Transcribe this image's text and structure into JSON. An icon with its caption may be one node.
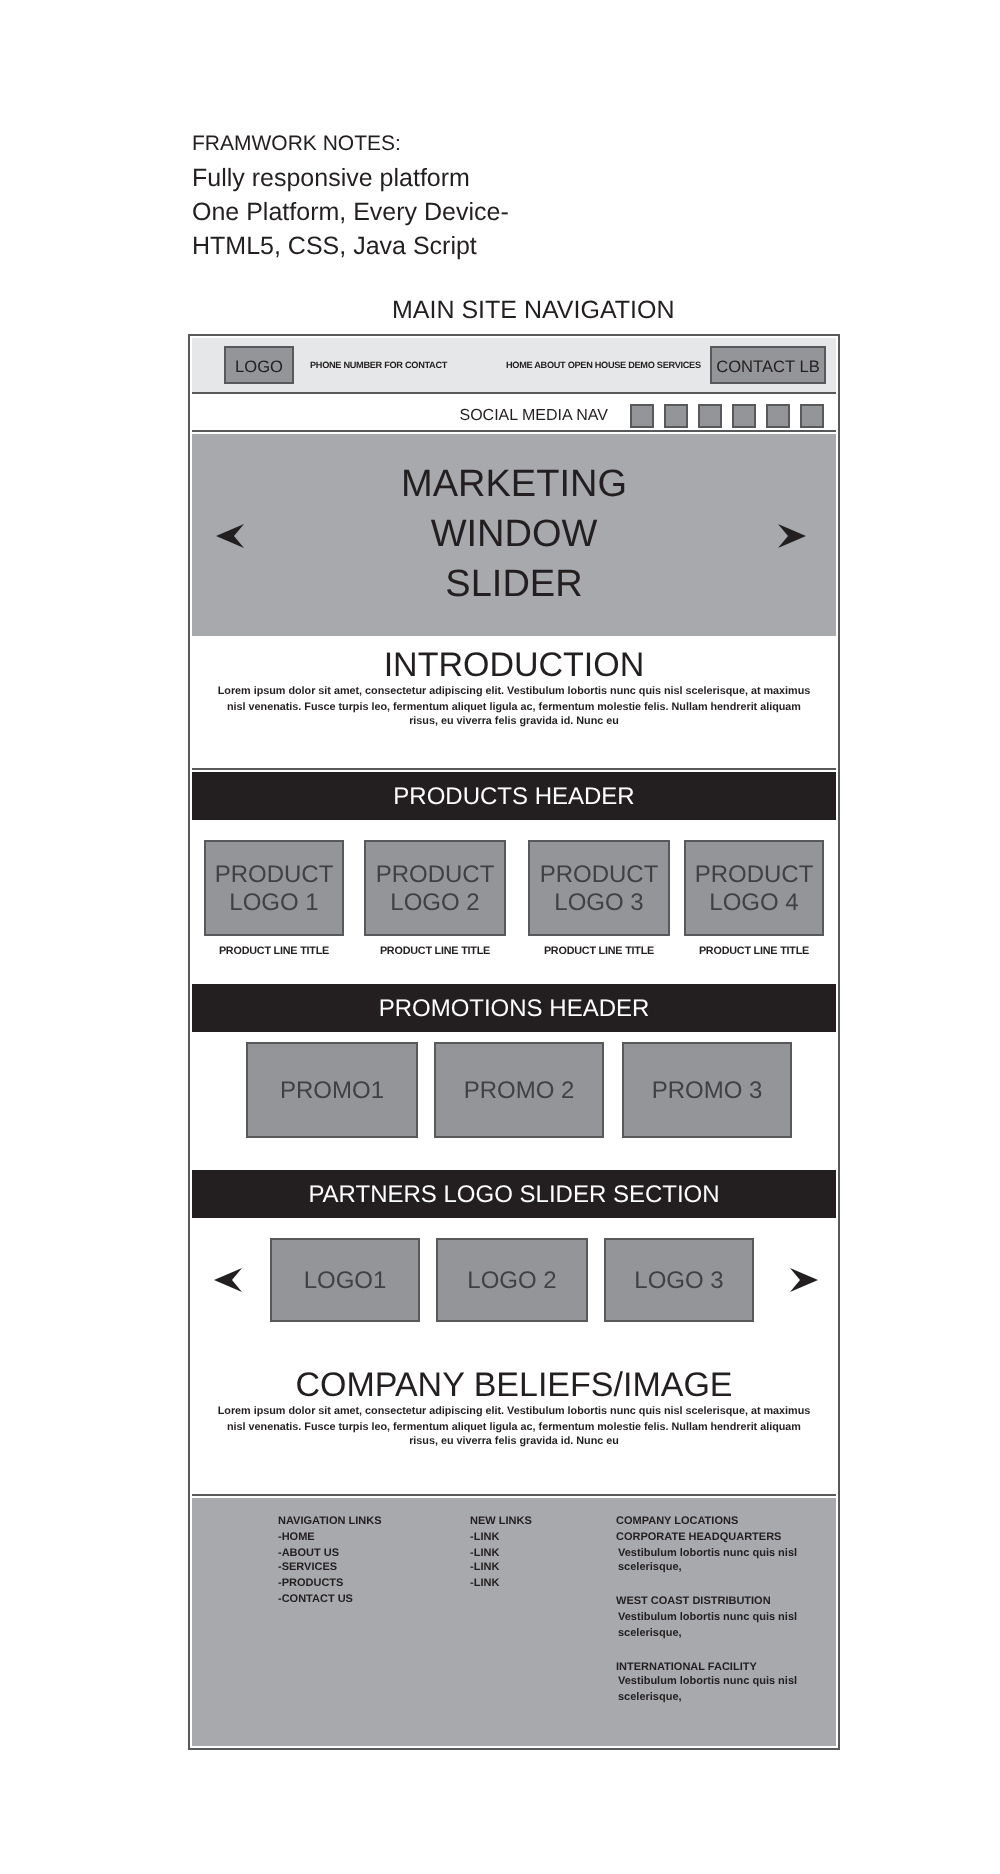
{
  "diagram": {
    "nodes": [
      {
        "text": [
          "PHONE NUMBER FOR CONTACT",
          "HOME ABOUT OPEN HOUSE DEMO SERVICES"
        ]
      },
      {
        "text": [
          "LOGO"
        ],
        "in": 0
      },
      {
        "text": [
          "CONTACT LB"
        ],
        "in": 0
      },
      {
        "text": [
          "SOCIAL MEDIA NAV"
        ]
      },
      {
        "text": [],
        "shape": "box",
        "in": 3
      },
      {
        "text": [],
        "shape": "box",
        "in": 3
      },
      {
        "text": [],
        "shape": "box",
        "in": 3
      },
      {
        "text": [],
        "shape": "box",
        "in": 3
      },
      {
        "text": [],
        "shape": "box",
        "in": 3
      },
      {
        "text": [],
        "shape": "box",
        "in": 3
      },
      {
        "text": [
          "MARKETING WINDOW SLIDER"
        ]
      },
      {
        "text": [
          "INTRODUCTION",
          "Lorem ipsum dolor sit amet, consectetur adipiscing elit. Vestibulum lobortis nunc quis nisl scelerisque, at maximus nisl venenatis. Fusce turpis leo, fermentum aliquet ligula ac, fermentum molestie felis. Nullam hendrerit aliquam risus, eu viverra felis gravida id. Nunc eu"
        ]
      },
      {
        "text": [
          "PRODUCTS HEADER"
        ]
      },
      {
        "text": [],
        "shape": "box"
      },
      {
        "text": [
          "PRODUCT LOGO 1"
        ],
        "in": 13,
        "beside": [
          "PRODUCT LINE TITLE"
        ]
      },
      {
        "text": [
          "PRODUCT LOGO 2"
        ],
        "in": 13,
        "beside": [
          "PRODUCT LINE TITLE"
        ]
      },
      {
        "text": [
          "PRODUCT LOGO 3"
        ],
        "in": 13,
        "beside": [
          "PRODUCT LINE TITLE"
        ]
      },
      {
        "text": [
          "PRODUCT LOGO 4"
        ],
        "in": 13,
        "beside": [
          "PRODUCT LINE TITLE"
        ]
      },
      {
        "text": [
          "PROMOTIONS HEADER"
        ]
      },
      {
        "text": [],
        "shape": "box"
      },
      {
        "text": [
          "PROMO1"
        ],
        "in": 19
      },
      {
        "text": [
          "PROMO 2"
        ],
        "in": 19
      },
      {
        "text": [
          "PROMO 3"
        ],
        "in": 19
      },
      {
        "text": [
          "PARTNERS LOGO SLIDER SECTION"
        ]
      },
      {
        "text": [],
        "shape": "box"
      },
      {
        "text": [
          "LOGO1"
        ],
        "in": 24
      },
      {
        "text": [
          "LOGO 2"
        ],
        "in": 24
      },
      {
        "text": [
          "LOGO 3"
        ],
        "in": 24
      },
      {
        "text": [
          "COMPANY BELIEFS/IMAGE",
          "Lorem ipsum dolor sit amet, consectetur adipiscing elit. Vestibulum lobortis nunc quis nisl scelerisque, at maximus nisl venenatis. Fusce turpis leo, fermentum aliquet ligula ac, fermentum molestie felis. Nullam hendrerit aliquam risus, eu viverra felis gravida id. Nunc eu"
        ]
      },
      {
        "text": [
          "NAVIGATION LINKS",
          "-HOME",
          "-ABOUT US",
          "-SERVICES",
          "-PRODUCTS",
          "-CONTACT US",
          "NEW LINKS",
          "-LINK",
          "-LINK",
          "-LINK",
          "-LINK",
          "COMPANY LOCATIONS",
          "CORPORATE HEADQUARTERS",
          "Vestibulum lobortis nunc quis nisl scelerisque,",
          "WEST COAST DISTRIBUTION",
          "Vestibulum lobortis nunc quis nisl scelerisque,",
          "INTERNATIONAL FACILITY",
          "Vestibulum lobortis nunc quis nisl scelerisque,"
        ]
      }
    ],
    "labels": [
      "FRAMWORK NOTES:",
      "Fully responsive platform",
      "One Platform, Every Device-",
      "HTML5, CSS, Java Script",
      "MAIN SITE NAVIGATION"
    ]
  }
}
